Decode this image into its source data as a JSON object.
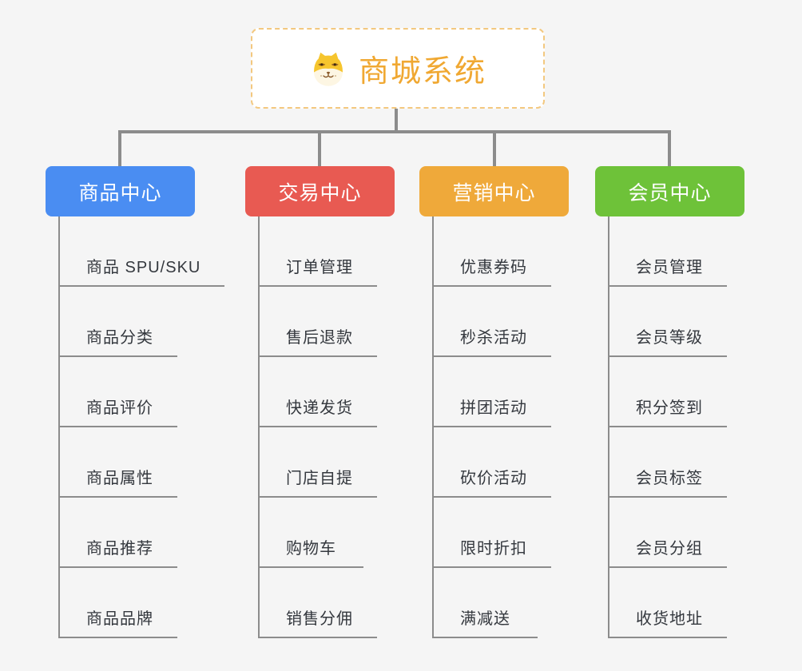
{
  "canvas": {
    "bg": "#f5f5f5",
    "line_color": "#8c8c8c"
  },
  "root": {
    "title": "商城系统",
    "text_color": "#f0a832",
    "border_color": "#f3c87f",
    "icon": "shiba-dog-icon"
  },
  "branches": [
    {
      "label": "商品中心",
      "color": "#4a8df2",
      "items": [
        "商品 SPU/SKU",
        "商品分类",
        "商品评价",
        "商品属性",
        "商品推荐",
        "商品品牌"
      ]
    },
    {
      "label": "交易中心",
      "color": "#e85a52",
      "items": [
        "订单管理",
        "售后退款",
        "快递发货",
        "门店自提",
        "购物车",
        "销售分佣"
      ]
    },
    {
      "label": "营销中心",
      "color": "#efa93a",
      "items": [
        "优惠券码",
        "秒杀活动",
        "拼团活动",
        "砍价活动",
        "限时折扣",
        "满减送"
      ]
    },
    {
      "label": "会员中心",
      "color": "#6ec239",
      "items": [
        "会员管理",
        "会员等级",
        "积分签到",
        "会员标签",
        "会员分组",
        "收货地址"
      ]
    }
  ]
}
